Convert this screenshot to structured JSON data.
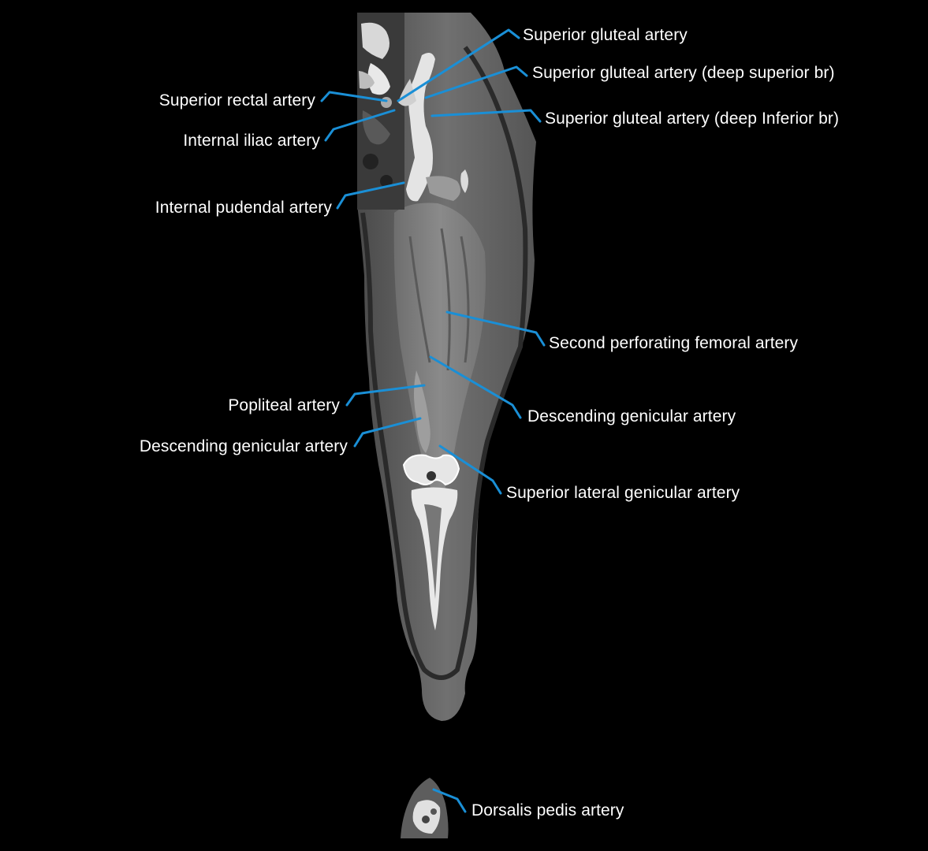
{
  "figure": {
    "leader_color": "#1a8fd6",
    "label_color": "#ffffff",
    "background": "#000000"
  },
  "labels": {
    "superior_gluteal": "Superior gluteal artery",
    "superior_gluteal_deep_superior": "Superior gluteal artery (deep superior br)",
    "superior_gluteal_deep_inferior": "Superior gluteal artery (deep Inferior br)",
    "superior_rectal": "Superior rectal artery",
    "internal_iliac": "Internal iliac artery",
    "internal_pudendal": "Internal pudendal artery",
    "second_perforating_femoral": "Second perforating femoral artery",
    "popliteal": "Popliteal artery",
    "descending_genicular_right": "Descending genicular artery",
    "descending_genicular_left": "Descending genicular artery",
    "superior_lateral_genicular": "Superior lateral genicular artery",
    "dorsalis_pedis": "Dorsalis pedis artery"
  }
}
